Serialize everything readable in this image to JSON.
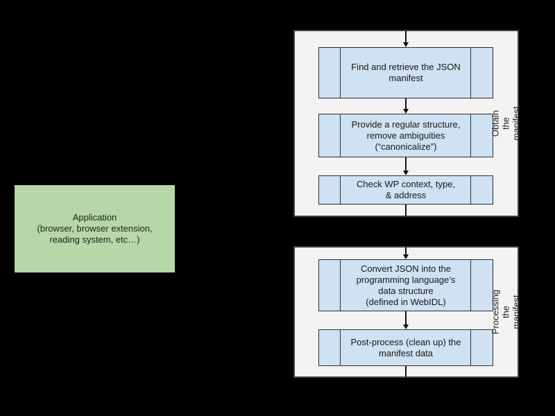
{
  "colors": {
    "background": "#000000",
    "panel_fill": "#f3f3f3",
    "panel_border": "#404040",
    "step_fill": "#cfe2f3",
    "step_border": "#2e2e2e",
    "application_fill": "#b6d7a8",
    "arrow": "#111111",
    "text": "#161616"
  },
  "application_box": {
    "text": "Application\n(browser, browser extension,\nreading system, etc…)"
  },
  "obtain_panel": {
    "side_label": "Obtain the manifest",
    "steps": [
      {
        "text": "Find and retrieve the JSON\nmanifest"
      },
      {
        "text": "Provide a regular structure,\nremove ambiguities\n(“canonicalize”)"
      },
      {
        "text": "Check WP context, type,\n& address"
      }
    ]
  },
  "processing_panel": {
    "side_label": "Processing the\nmanifest",
    "steps": [
      {
        "text": "Convert JSON into the\nprogramming language’s\ndata structure\n(defined in WebIDL)"
      },
      {
        "text": "Post-process (clean up)  the\nmanifest data"
      }
    ]
  }
}
